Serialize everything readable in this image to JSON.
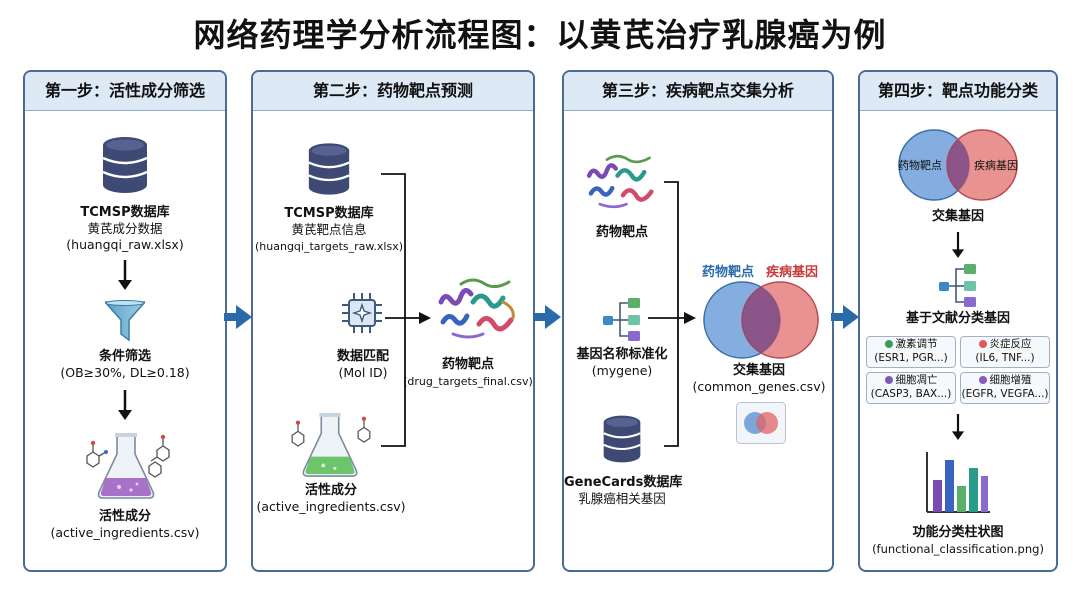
{
  "title": "网络药理学分析流程图：以黄芪治疗乳腺癌为例",
  "step1": {
    "header": "第一步：活性成分筛选",
    "db_name": "TCMSP数据库",
    "db_desc": "黄芪成分数据",
    "db_file": "(huangqi_raw.xlsx)",
    "filter_title": "条件筛选",
    "filter_rule": "(OB≥30%, DL≥0.18)",
    "result_title": "活性成分",
    "result_file": "(active_ingredients.csv)"
  },
  "step2": {
    "header": "第二步：药物靶点预测",
    "db_name": "TCMSP数据库",
    "db_desc": "黄芪靶点信息",
    "db_file": "(huangqi_targets_raw.xlsx)",
    "match_title": "数据匹配",
    "match_key": "(Mol ID)",
    "ingredient_title": "活性成分",
    "ingredient_file": "(active_ingredients.csv)",
    "target_title": "药物靶点",
    "target_file": "(drug_targets_final.csv)"
  },
  "step3": {
    "header": "第三步：疾病靶点交集分析",
    "drug_target": "药物靶点",
    "norm_title": "基因名称标准化",
    "norm_tool": "(mygene)",
    "genecards_name": "GeneCards数据库",
    "genecards_desc": "乳腺癌相关基因",
    "venn_left": "药物靶点",
    "venn_right": "疾病基因",
    "common_title": "交集基因",
    "common_file": "(common_genes.csv)"
  },
  "step4": {
    "header": "第四步：靶点功能分类",
    "venn_left": "药物靶点",
    "venn_right": "疾病基因",
    "common_title": "交集基因",
    "classify_title": "基于文献分类基因",
    "categories": [
      {
        "name": "激素调节",
        "genes": "(ESR1, PGR...)",
        "color": "#3a9a5a"
      },
      {
        "name": "炎症反应",
        "genes": "(IL6, TNF...)",
        "color": "#e05a5a"
      },
      {
        "name": "细胞凋亡",
        "genes": "(CASP3, BAX...)",
        "color": "#7b5bb5"
      },
      {
        "name": "细胞增殖",
        "genes": "(EGFR, VEGFA...)",
        "color": "#8a5ac0"
      }
    ],
    "chart_title": "功能分类柱状图",
    "chart_file": "(functional_classification.png)"
  },
  "colors": {
    "panel_border": "#4a6b95",
    "header_bg": "#dde9f5",
    "arrow": "#2a6aa8",
    "db": "#3f4a74",
    "venn_blue": "#5b93d4",
    "venn_red": "#e06464"
  }
}
